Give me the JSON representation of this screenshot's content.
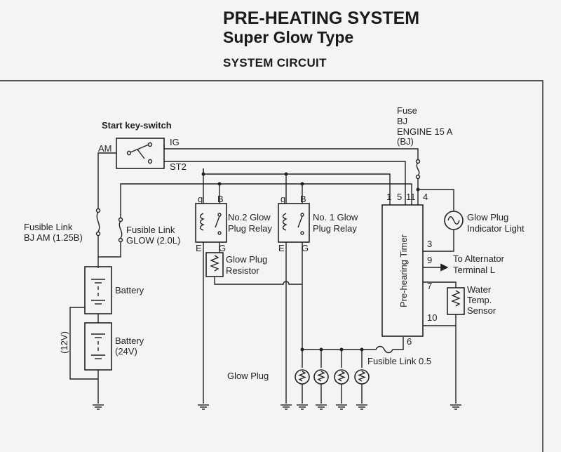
{
  "header": {
    "title": "PRE-HEATING SYSTEM",
    "subtitle": "Super Glow Type",
    "section": "SYSTEM CIRCUIT"
  },
  "diagram": {
    "start_switch": {
      "label": "Start key-switch",
      "am": "AM",
      "ig": "IG",
      "st2": "ST2"
    },
    "fuse": {
      "l1": "Fuse",
      "l2": "BJ",
      "l3": "ENGINE 15 A",
      "l4": "(BJ)"
    },
    "fusible_am": {
      "l1": "Fusible Link",
      "l2": "BJ AM (1.25B)"
    },
    "fusible_glow": {
      "l1": "Fusible Link",
      "l2": "GLOW (2.0L)"
    },
    "relay2": {
      "l1": "No.2 Glow",
      "l2": "Plug Relay",
      "g": "g",
      "b": "B",
      "e": "E",
      "gt": "G"
    },
    "relay1": {
      "l1": "No. 1 Glow",
      "l2": "Plug Relay",
      "g": "g",
      "b": "B",
      "e": "E",
      "gt": "G"
    },
    "resistor": {
      "l1": "Glow Plug",
      "l2": "Resistor"
    },
    "battery1": "Battery",
    "battery2": {
      "l1": "Battery",
      "l2": "(24V)"
    },
    "v12": "(12V)",
    "timer": {
      "label": "Pre-hearing Timer",
      "p1": "1",
      "p5": "5",
      "p11": "11",
      "p4": "4",
      "p3": "3",
      "p9": "9",
      "p7": "7",
      "p10": "10",
      "p6": "6"
    },
    "indicator": {
      "l1": "Glow Plug",
      "l2": "Indicator Light"
    },
    "alternator": {
      "l1": "To Alternator",
      "l2": "Terminal L"
    },
    "water_sensor": {
      "l1": "Water",
      "l2": "Temp.",
      "l3": "Sensor"
    },
    "glow_plug": "Glow Plug",
    "fusible_05": "Fusible Link 0.5"
  }
}
